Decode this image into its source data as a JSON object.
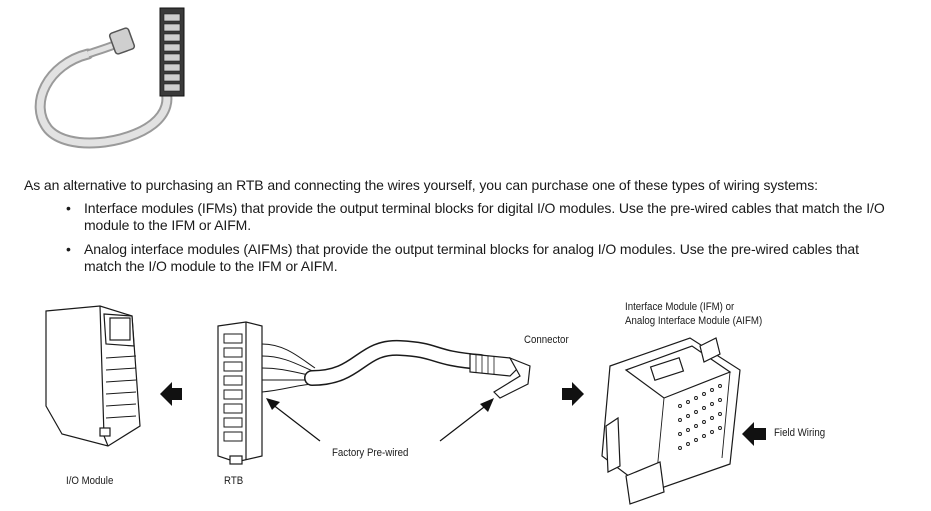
{
  "body": {
    "intro": "As an alternative to purchasing an RTB and connecting the wires yourself, you can purchase one of these types of wiring systems:",
    "bullets": [
      {
        "marker": "•",
        "text": "Interface modules (IFMs) that provide the output terminal blocks for digital I/O modules. Use the pre-wired cables that match the I/O module to the IFM or AIFM."
      },
      {
        "marker": "•",
        "text": "Analog interface modules (AIFMs) that provide the output terminal blocks for analog I/O modules. Use the pre-wired cables that match the I/O module to the IFM or AIFM."
      }
    ]
  },
  "diagram": {
    "labels": {
      "io_module": "I/O Module",
      "rtb": "RTB",
      "factory_prewired": "Factory Pre-wired",
      "connector": "Connector",
      "ifm_line1": "Interface Module (IFM) or",
      "ifm_line2": "Analog Interface Module (AIFM)",
      "field_wiring": "Field Wiring"
    }
  },
  "colors": {
    "line": "#1a1a1a",
    "cable": "#d4d4d4",
    "arrow": "#111111"
  }
}
